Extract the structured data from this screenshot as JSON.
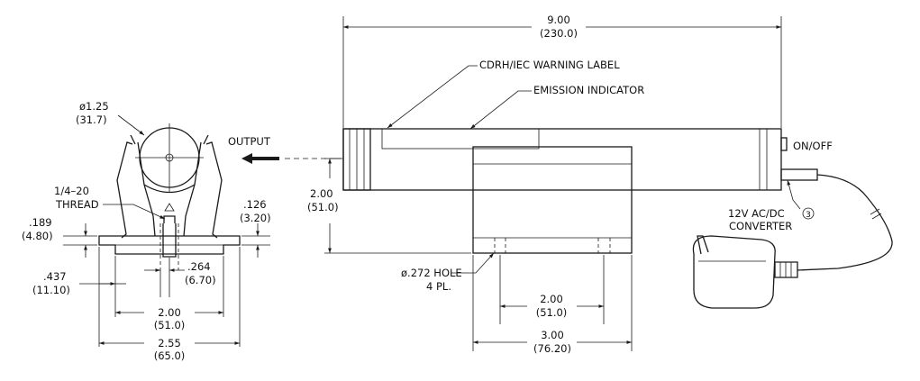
{
  "side_view": {
    "diameter": "ø1.25",
    "diameter_mm": "(31.7)",
    "thread": "1/4–20",
    "thread_word": "THREAD",
    "dim_189": ".189",
    "dim_189_mm": "(4.80)",
    "dim_126": ".126",
    "dim_126_mm": "(3.20)",
    "dim_264": ".264",
    "dim_264_mm": "(6.70)",
    "dim_437": ".437",
    "dim_437_mm": "(11.10)",
    "dim_200": "2.00",
    "dim_200_mm": "(51.0)",
    "dim_255": "2.55",
    "dim_255_mm": "(65.0)"
  },
  "output_label": "OUTPUT",
  "front_view": {
    "length": "9.00",
    "length_mm": "(230.0)",
    "warning_label": "CDRH/IEC WARNING LABEL",
    "emission_indicator": "EMISSION INDICATOR",
    "height": "2.00",
    "height_mm": "(51.0)",
    "hole": "ø.272  HOLE",
    "hole_qty": "4 PL.",
    "hole_spacing": "2.00",
    "hole_spacing_mm": "(51.0)",
    "base_width": "3.00",
    "base_width_mm": "(76.20)",
    "on_off": "ON/OFF",
    "converter_line1": "12V AC/DC",
    "converter_marker": "3",
    "converter_line2": "CONVERTER"
  }
}
